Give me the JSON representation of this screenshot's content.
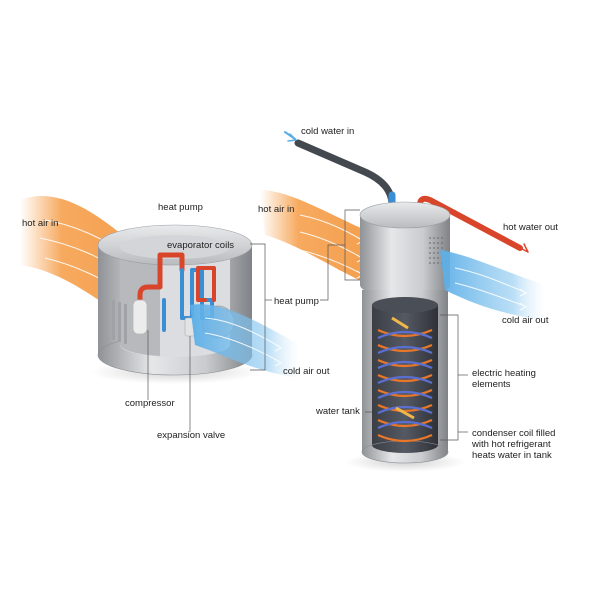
{
  "labels": {
    "heat_pump_top": "heat pump",
    "hot_air_in_left": "hot air in",
    "evaporator_coils": "evaporator coils",
    "heat_pump_mid": "heat pump",
    "cold_air_out_left": "cold air out",
    "compressor": "compressor",
    "expansion_valve": "expansion valve",
    "cold_water_in": "cold water in",
    "hot_air_in_right": "hot air in",
    "hot_water_out": "hot water out",
    "cold_air_out_right": "cold air out",
    "electric_heating_elements": "electric heating elements",
    "water_tank": "water tank",
    "condenser_coil": "condenser coil filled with hot refrigerant heats water in tank"
  },
  "colors": {
    "hot_air": "#f6a04d",
    "cold_air": "#5aaee8",
    "hot_pipe": "#d9452b",
    "cold_pipe": "#3a8fd4",
    "metal": "#c9cbce",
    "coil_orange": "#e8772a",
    "coil_blue": "#5b6fd0"
  }
}
